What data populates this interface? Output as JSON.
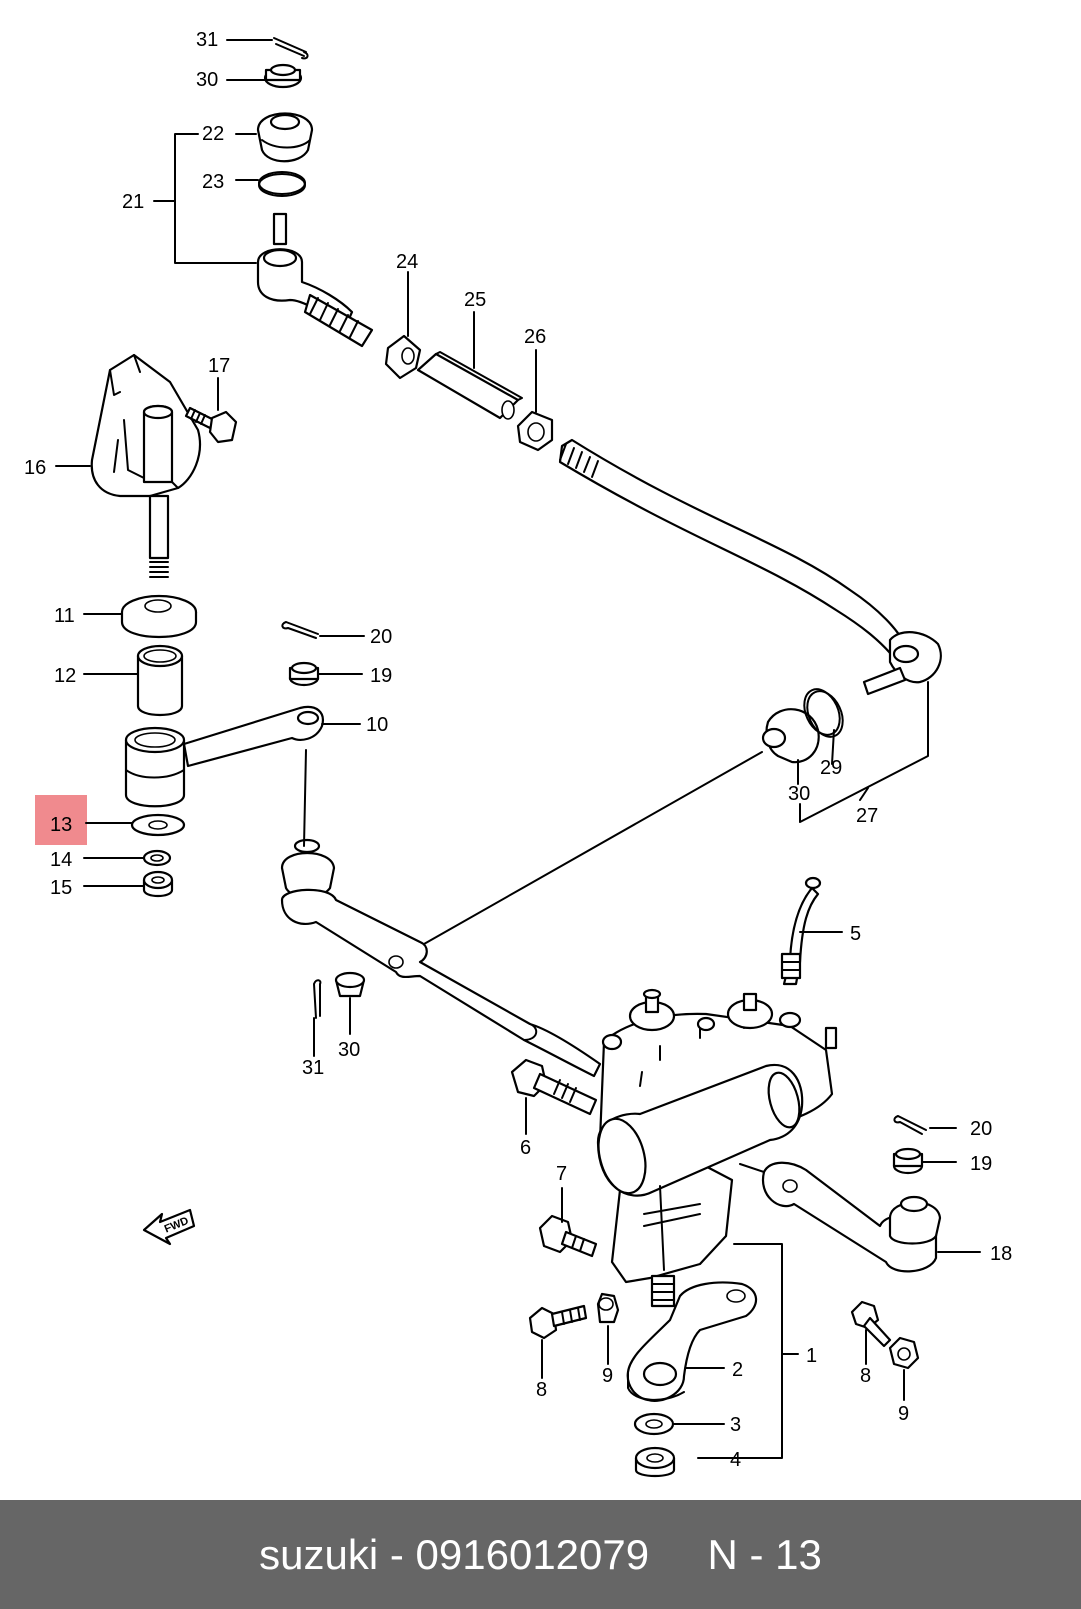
{
  "labels": {
    "p1": "1",
    "p2": "2",
    "p3": "3",
    "p4": "4",
    "p5": "5",
    "p6": "6",
    "p7": "7",
    "p8a": "8",
    "p8b": "8",
    "p9a": "9",
    "p9b": "9",
    "p10": "10",
    "p11": "11",
    "p12": "12",
    "p13": "13",
    "p14": "14",
    "p15": "15",
    "p16": "16",
    "p17": "17",
    "p18": "18",
    "p19a": "19",
    "p19b": "19",
    "p20a": "20",
    "p20b": "20",
    "p21": "21",
    "p22": "22",
    "p23": "23",
    "p24": "24",
    "p25": "25",
    "p26": "26",
    "p27": "27",
    "p29": "29",
    "p30a": "30",
    "p30b": "30",
    "p30c": "30",
    "p31a": "31",
    "p31b": "31"
  },
  "fwd_label": "FWD",
  "highlight": {
    "part": "13",
    "color": "#f08a8e"
  },
  "footer": {
    "brand": "suzuki",
    "sep": " - ",
    "part_number": "0916012079",
    "ref": "N - 13"
  }
}
